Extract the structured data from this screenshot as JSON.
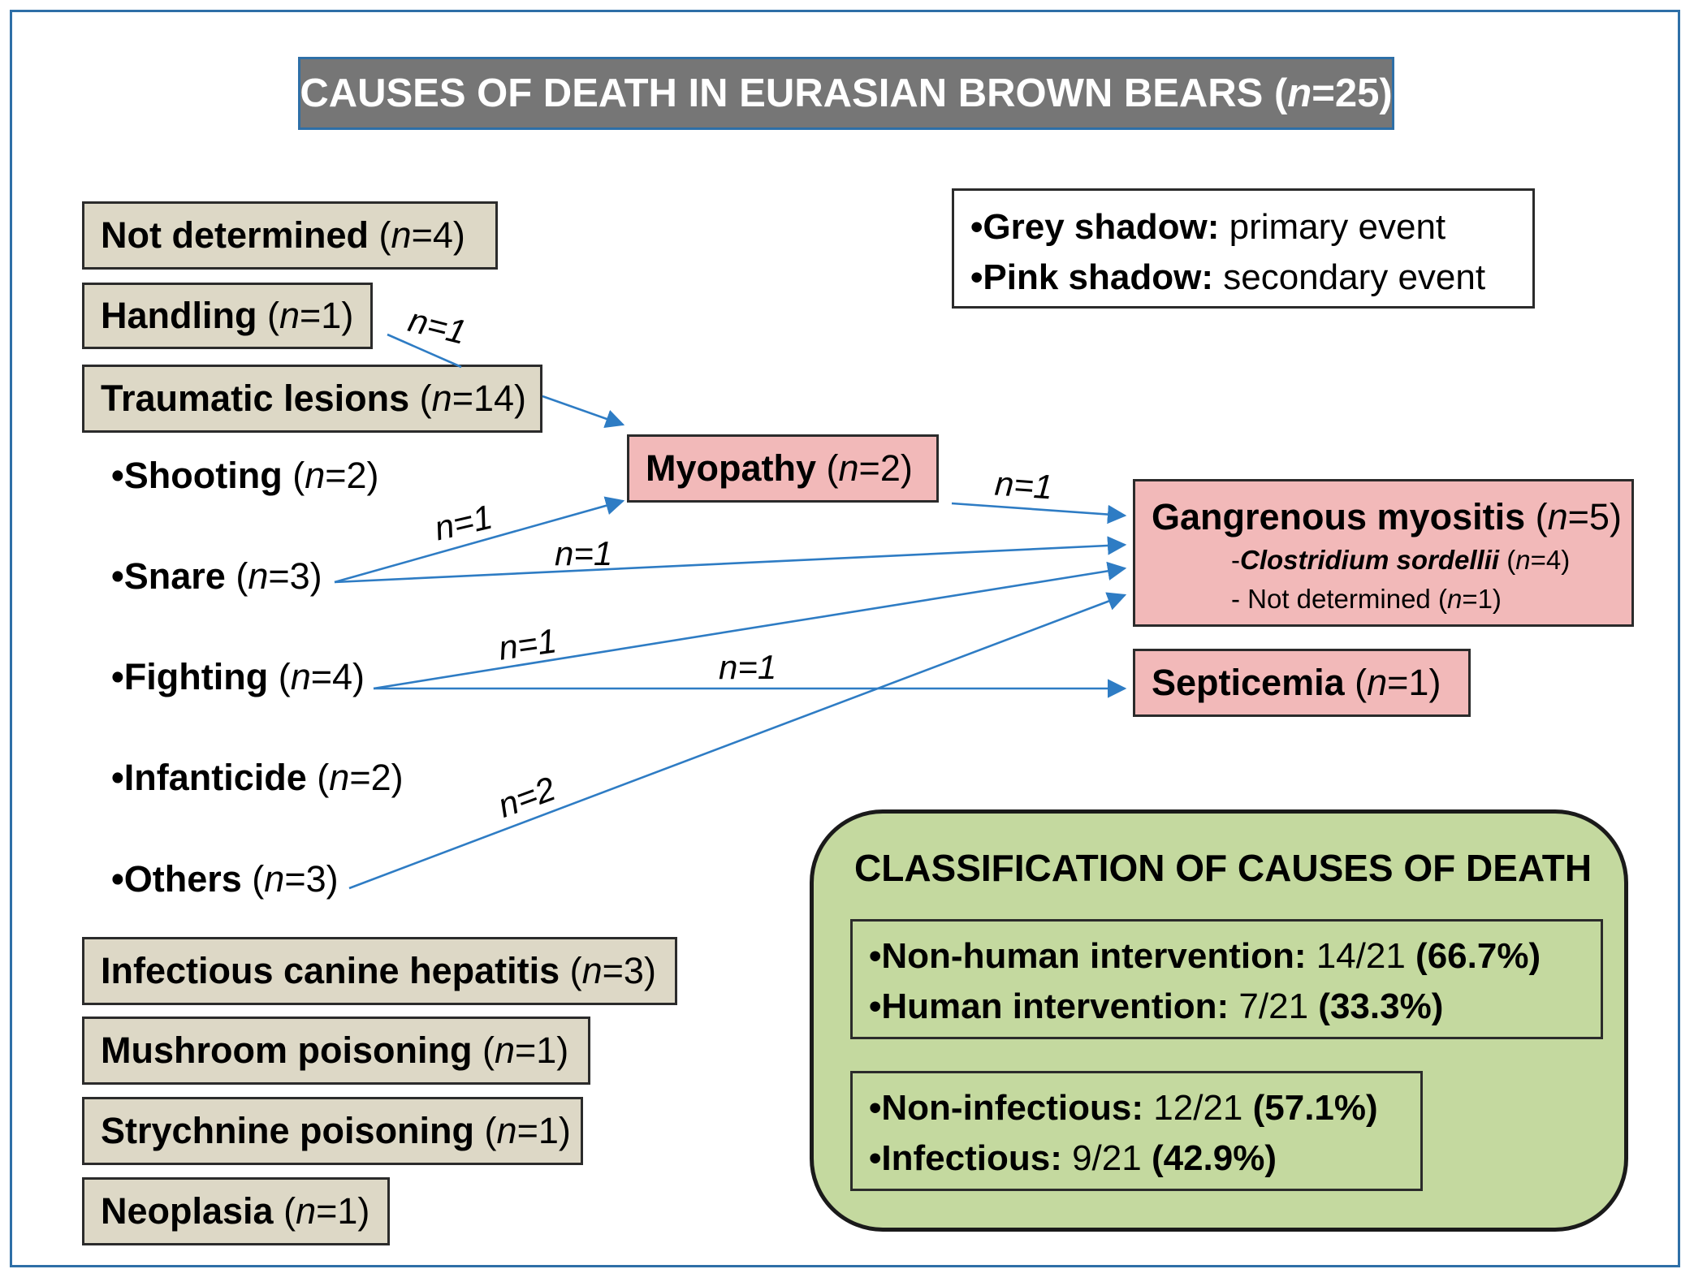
{
  "title": {
    "prefix": "CAUSES OF DEATH IN EURASIAN BROWN BEARS (",
    "n": "n",
    "suffix": "=25)"
  },
  "primary_boxes": [
    {
      "label": "Not determined",
      "count": "=4)"
    },
    {
      "label": "Handling",
      "count": "=1)"
    },
    {
      "label": "Traumatic lesions",
      "count": "=14)"
    },
    {
      "label": "Infectious canine hepatitis",
      "count": "=3)"
    },
    {
      "label": "Mushroom poisoning",
      "count": "=1)"
    },
    {
      "label": "Strychnine poisoning",
      "count": "=1)"
    },
    {
      "label": "Neoplasia",
      "count": "=1)"
    }
  ],
  "trauma_subtypes": [
    {
      "label": "•Shooting",
      "count": "=2)"
    },
    {
      "label": "•Snare",
      "count": "=3)"
    },
    {
      "label": "•Fighting",
      "count": "=4)"
    },
    {
      "label": "•Infanticide",
      "count": "=2)"
    },
    {
      "label": "•Others",
      "count": "=3)"
    }
  ],
  "secondary": {
    "myopathy": {
      "label": "Myopathy",
      "count": "=2)"
    },
    "gangrenous": {
      "label": "Gangrenous myositis",
      "count": "=5)",
      "sub1_dash": "-",
      "sub1_name": "Clostridium sordellii",
      "sub1_count": "=4)",
      "sub2_name": "- Not determined",
      "sub2_count": "=1)"
    },
    "septicemia": {
      "label": "Septicemia",
      "count": "=1)"
    }
  },
  "legend": {
    "grey_key": "•Grey shadow:",
    "grey_val": " primary event",
    "pink_key": "•Pink shadow:",
    "pink_val": " secondary event"
  },
  "classification": {
    "title": "CLASSIFICATION OF CAUSES OF DEATH",
    "group1": [
      {
        "key": "•Non-human intervention:",
        "frac": " 14/21 ",
        "pct": "(66.7%)"
      },
      {
        "key": "•Human intervention:",
        "frac": " 7/21 ",
        "pct": "(33.3%)"
      }
    ],
    "group2": [
      {
        "key": "•Non-infectious:",
        "frac": " 12/21 ",
        "pct": "(57.1%)"
      },
      {
        "key": "•Infectious:",
        "frac": " 9/21 ",
        "pct": "(42.9%)"
      }
    ]
  },
  "arrow_labels": {
    "handling_myopathy": "n=1",
    "snare_myopathy": "n=1",
    "myopathy_gangrenous": "n=1",
    "snare_gangrenous": "n=1",
    "fighting_gangrenous": "n=1",
    "fighting_septicemia": "n=1",
    "others_gangrenous": "n=2"
  },
  "colors": {
    "primary_fill": "#ddd8c6",
    "secondary_fill": "#f2b9b9",
    "classification_fill": "#c4d99f",
    "arrow": "#2e7cc4",
    "title_fill": "#767676"
  }
}
